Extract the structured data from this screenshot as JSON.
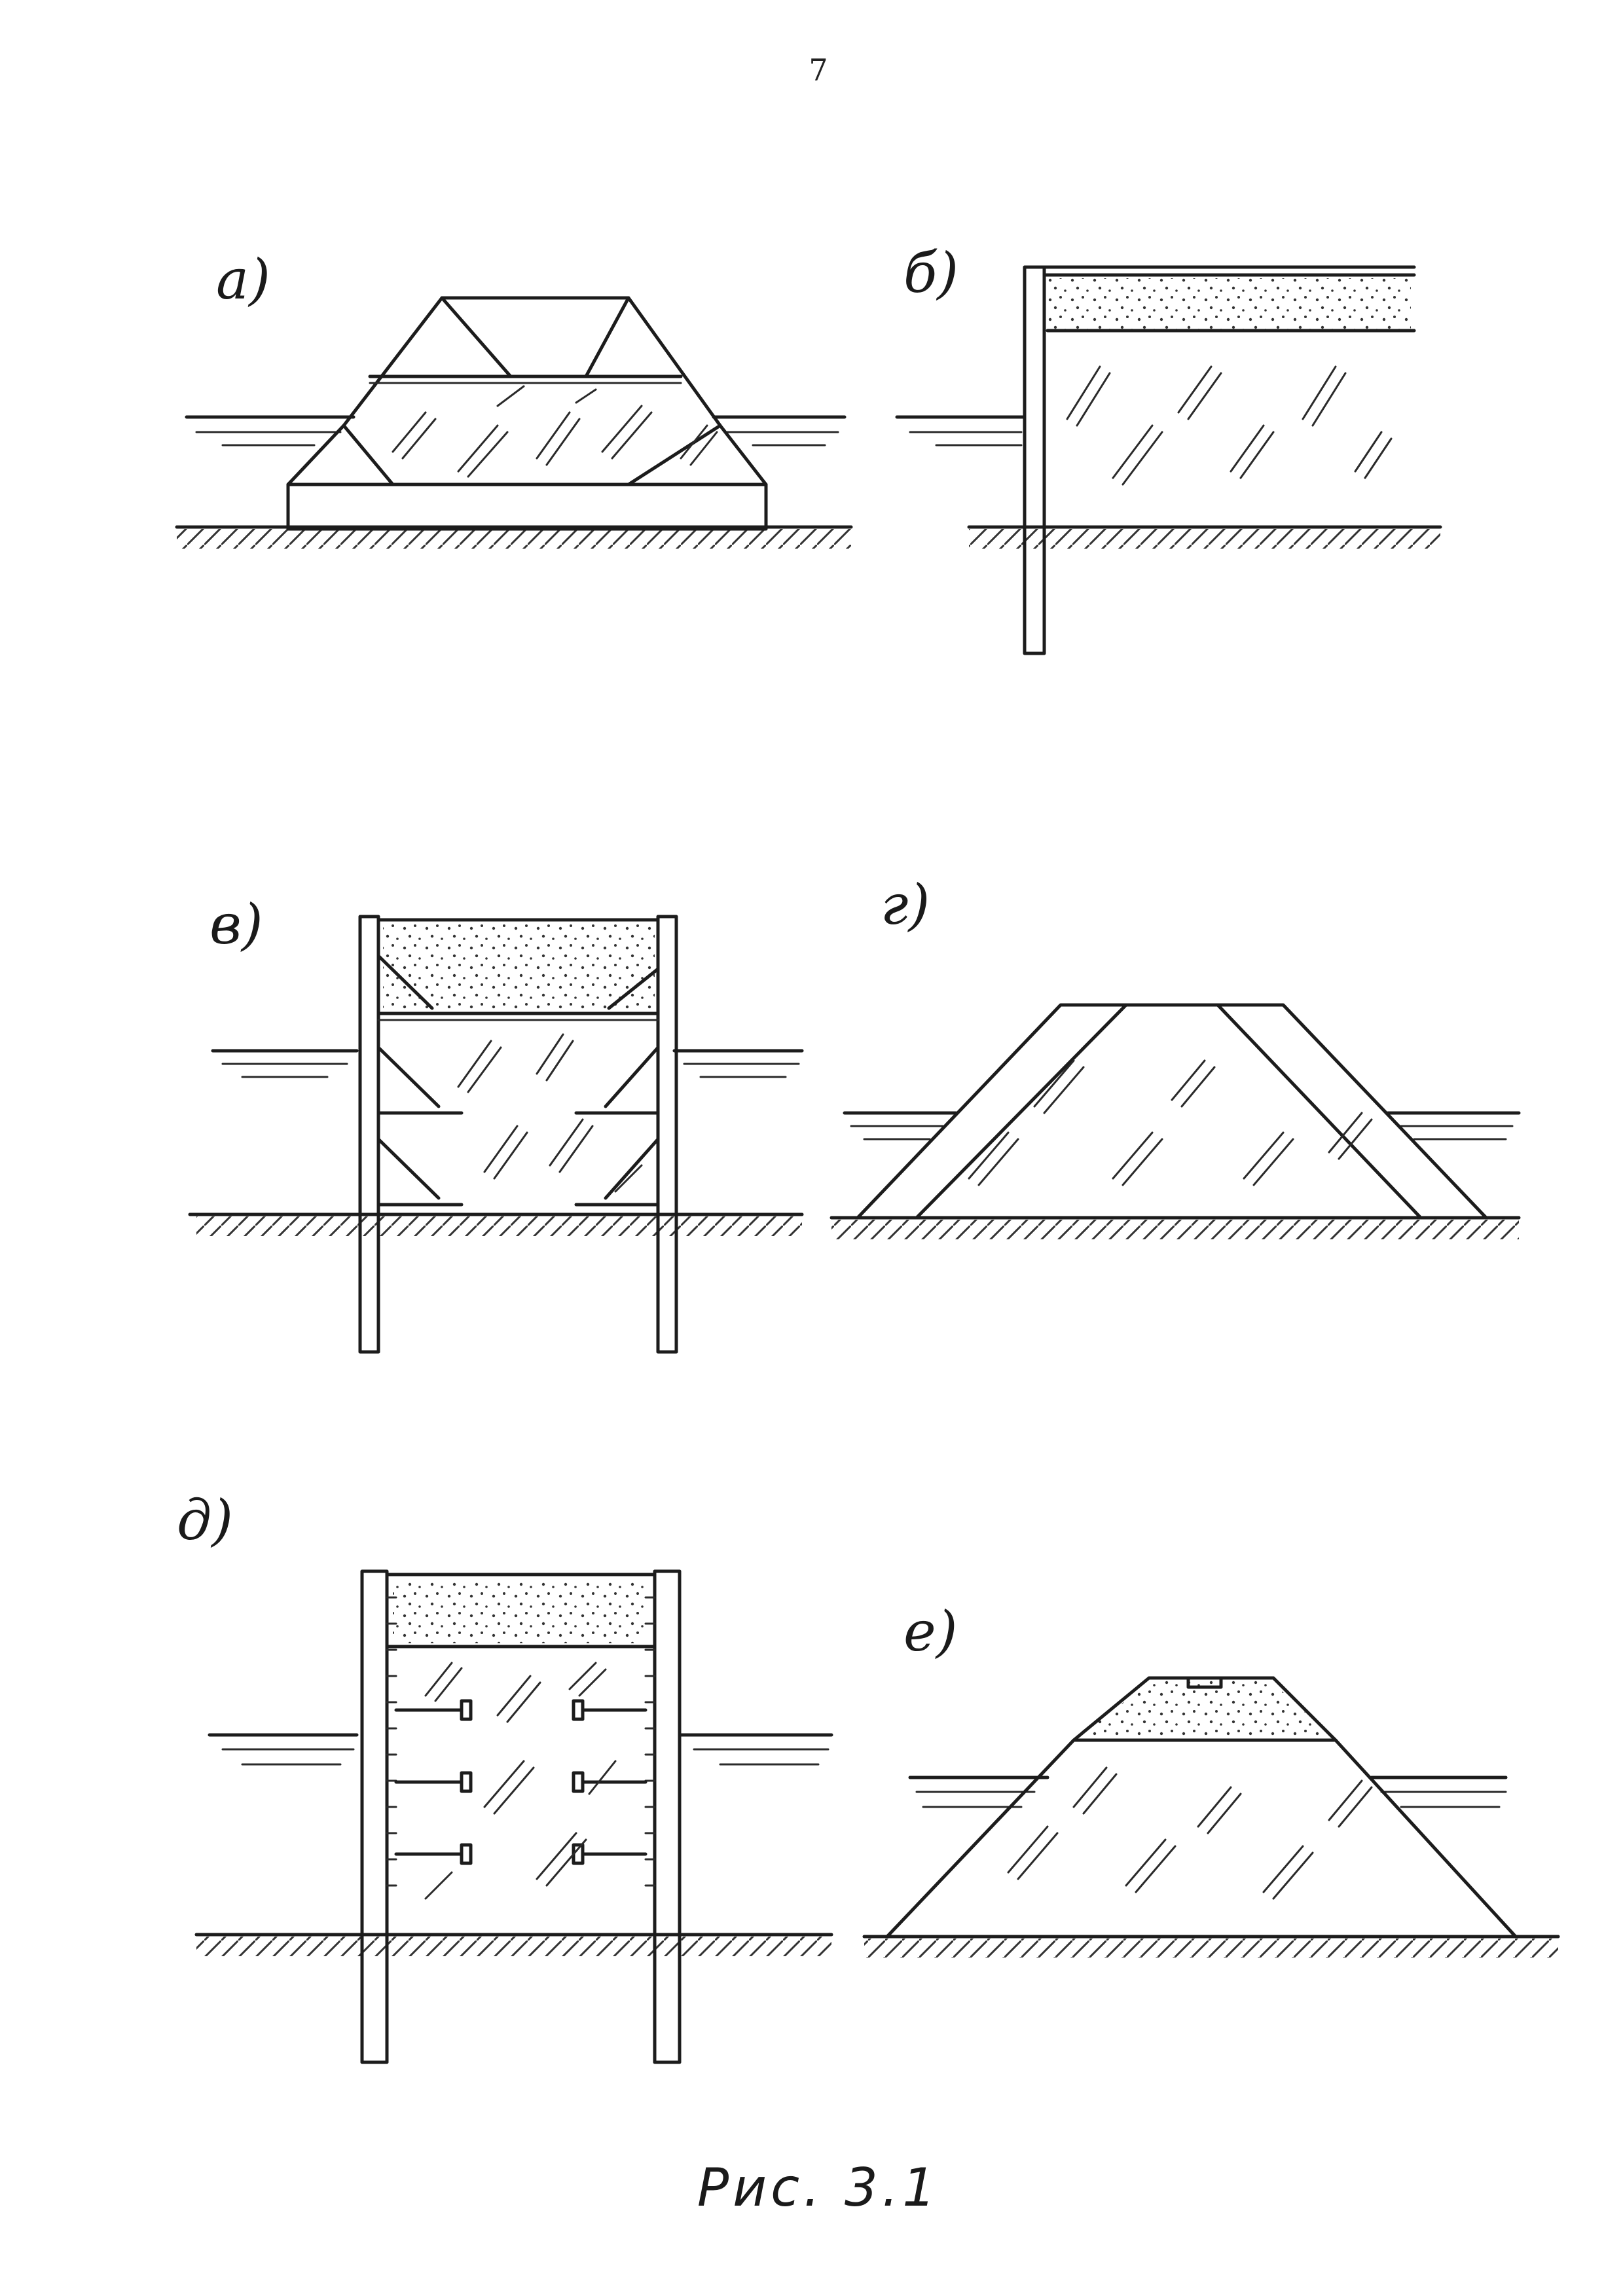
{
  "page_number": "7",
  "panels": [
    {
      "label": "а)"
    },
    {
      "label": "б)"
    },
    {
      "label": "в)"
    },
    {
      "label": "г)"
    },
    {
      "label": "д)"
    },
    {
      "label": "е)"
    }
  ],
  "caption": "Рис. 3.1"
}
